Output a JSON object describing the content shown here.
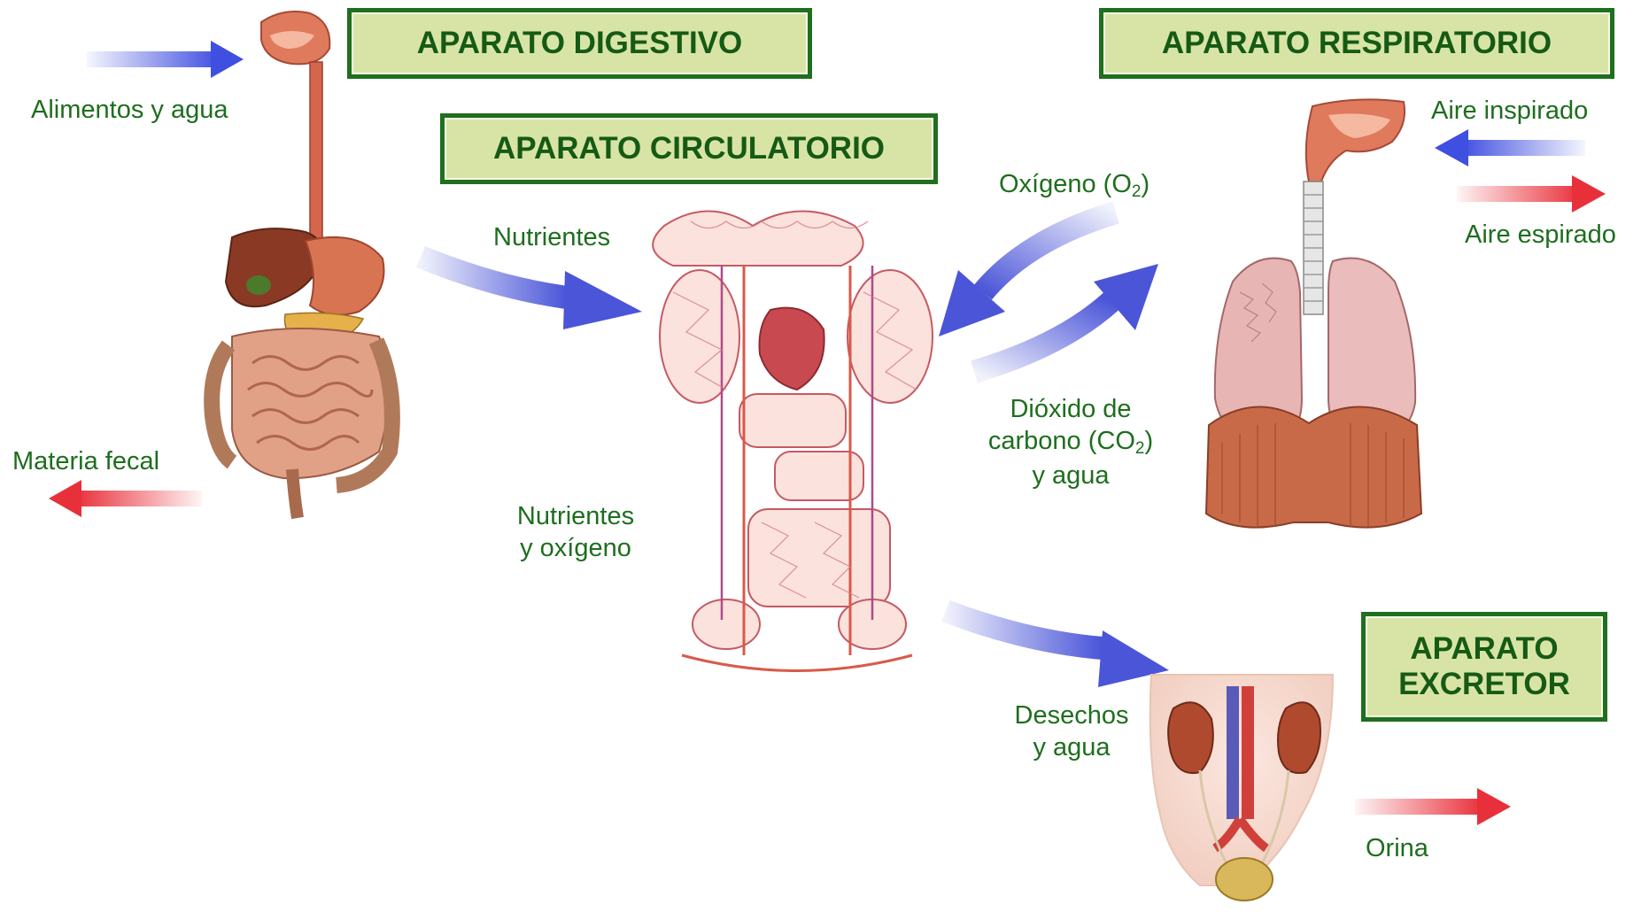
{
  "titles": {
    "digestive": "APARATO DIGESTIVO",
    "respiratory": "APARATO RESPIRATORIO",
    "circulatory": "APARATO CIRCULATORIO",
    "excretory_line1": "APARATO",
    "excretory_line2": "EXCRETOR"
  },
  "labels": {
    "food_water": "Alimentos y agua",
    "fecal_matter": "Materia fecal",
    "nutrients": "Nutrientes",
    "nutrients_oxygen_line1": "Nutrientes",
    "nutrients_oxygen_line2": "y oxígeno",
    "oxygen_prefix": "Oxígeno (O",
    "oxygen_sub": "2",
    "oxygen_suffix": ")",
    "co2_line1": "Dióxido de",
    "co2_line2_prefix": "carbono (CO",
    "co2_sub": "2",
    "co2_line2_suffix": ")",
    "co2_line3": "y agua",
    "air_inspired": "Aire inspirado",
    "air_expired": "Aire espirado",
    "waste_line1": "Desechos",
    "waste_line2": "y agua",
    "urine": "Orina"
  },
  "colors": {
    "title_bg": "#d8e4a6",
    "title_border": "#1f6f1f",
    "label_text": "#1e6e1e",
    "blue_arrow": "#3f4fe0",
    "red_arrow": "#e8303a"
  }
}
